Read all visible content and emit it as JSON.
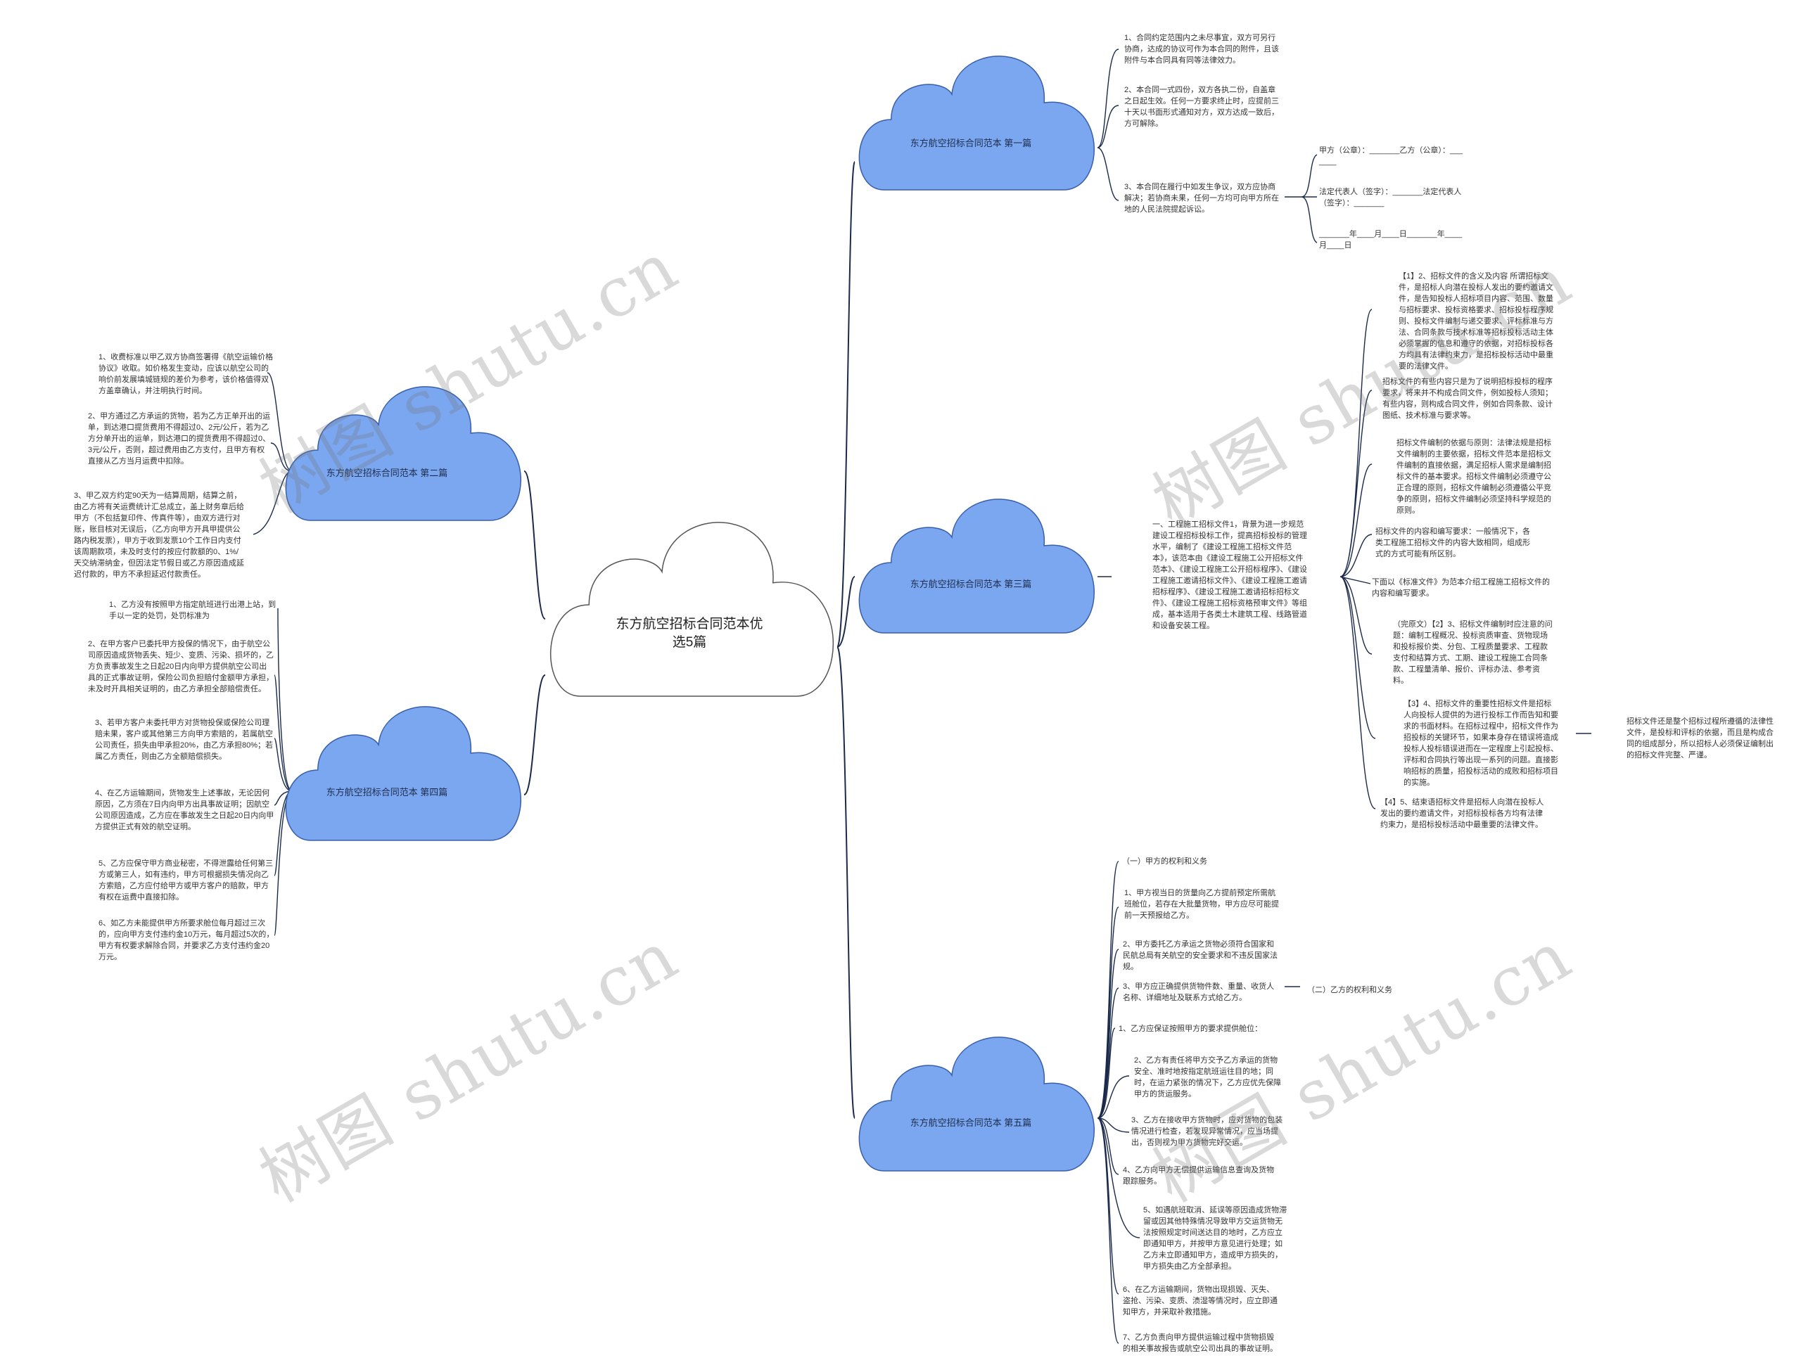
{
  "center": {
    "title": "东方航空招标合同范本优选5篇"
  },
  "branches": [
    {
      "id": "b1",
      "label": "东方航空招标合同范本 第一篇"
    },
    {
      "id": "b2",
      "label": "东方航空招标合同范本 第二篇"
    },
    {
      "id": "b3",
      "label": "东方航空招标合同范本 第三篇"
    },
    {
      "id": "b4",
      "label": "东方航空招标合同范本 第四篇"
    },
    {
      "id": "b5",
      "label": "东方航空招标合同范本 第五篇"
    }
  ],
  "b1_items": [
    "1、合同约定范围内之未尽事宜，双方可另行协商，达成的协议可作为本合同的附件，且该附件与本合同具有同等法律效力。",
    "2、本合同一式四份，双方各执二份，自盖章之日起生效。任何一方要求终止时，应提前三十天以书面形式通知对方，双方达成一致后，方可解除。",
    "3、本合同在履行中如发生争议，双方应协商解决；若协商未果，任何一方均可向甲方所在地的人民法院提起诉讼。"
  ],
  "b1_sign": [
    "甲方（公章）：_______乙方（公章）：_______",
    "法定代表人（签字）：_______法定代表人（签字）：_______",
    "_______年____月____日_______年____月____日"
  ],
  "b2_items": [
    "1、收费标准以甲乙双方协商签署得《航空运输价格协议》收取。如价格发生变动，应该以航空公司的响价前发展填城链规的差价为参考，该价格值得双方盖章确认，并注明执行时间。",
    "2、甲方通过乙方承运的货物，若为乙方正单开出的运单，到达港口提货费用不得超过0、2元/公斤，若为乙方分单开出的运单，到达港口的提货费用不得超过0、3元/公斤，否则，超过费用由乙方支付，且甲方有权直接从乙方当月运费中扣除。",
    "3、甲乙双方约定90天为一结算周期，结算之前，由乙方将有关运费统计汇总成立，盖上财务章后给甲方（不包括复印件、传真件等），由双方进行对账，账目核对无误后，（乙方向甲方开具甲提供公路内税发票），甲方于收到发票10个工作日内支付该周期款项，未及时支付的按应付款额的0、1%/天交纳滞纳金，但因法定节假日或乙方原因造成延迟付款的，甲方不承担延迟付款责任。"
  ],
  "b4_items": [
    "1、乙方没有按照甲方指定航班进行出港上站，到手以一定的处罚，处罚标准为",
    "2、在甲方客户已委托甲方投保的情况下，由于航空公司原因造成货物丢失、短少、变质、污染、损坏的，乙方负责事故发生之日起20日内向甲方提供航空公司出具的正式事故证明，保险公司负担赔付金额甲方承担，未及时开具相关证明的，由乙方承担全部赔偿责任。",
    "3、若甲方客户未委托甲方对货物投保或保险公司理赔未果，客户或其他第三方向甲方索赔的，若属航空公司责任，损失由甲承担20%，由乙方承担80%；若属乙方责任，则由乙方全额赔偿损失。",
    "4、在乙方运输期间，货物发生上述事故，无论因何原因，乙方须在7日内向甲方出具事故证明；因航空公司原因造成，乙方应在事故发生之日起20日内向甲方提供正式有效的航空证明。",
    "5、乙方应保守甲方商业秘密，不得泄露给任何第三方或第三人，如有违约，甲方可根据损失情况向乙方索赔，乙方应付给甲方或甲方客户的赔款，甲方有权在运费中直接扣除。",
    "6、如乙方未能提供甲方所要求舱位每月超过三次的，应向甲方支付违约金10万元，每月超过5次的，甲方有权要求解除合同，并要求乙方支付违约金20万元。"
  ],
  "b3_main": "一、工程施工招标文件1，背景为进一步规范建设工程招标投标工作，提高招标投标的管理水平，编制了《建设工程施工招标文件范本》，该范本由《建设工程施工公开招标文件范本》、《建设工程施工公开招标程序》、《建设工程施工邀请招标文件》、《建设工程施工邀请招标程序》、《建设工程施工邀请招标招标文件》、《建设工程施工招标资格预审文件》等组成，基本适用于各类土木建筑工程、线路管道和设备安装工程。",
  "b3_items": [
    "【1】2、招标文件的含义及内容 所谓招标文件，是招标人向潜在投标人发出的要约邀请文件，是告知投标人招标项目内容、范围、数量与招标要求、投标资格要求、招标投标程序规则、投标文件编制与递交要求、评标标准与方法、合同条款与技术标准等招标投标活动主体必须掌握的信息和遵守的依据，对招标投标各方均具有法律约束力，是招标投标活动中最重要的法律文件。",
    "招标文件的有些内容只是为了说明招标投标的程序要求，将来并不构成合同文件，例如投标人须知；有些内容，则构成合同文件，例如合同条款、设计图纸、技术标准与要求等。",
    "招标文件编制的依据与原则：法律法规是招标文件编制的主要依据，招标文件范本是招标文件编制的直接依据，满足招标人需求是编制招标文件的基本要求。招标文件编制必须遵守公正合理的原则，招标文件编制必须遵循公平竞争的原则，招标文件编制必须坚持科学规范的原则。",
    "招标文件的内容和编写要求：一般情况下，各类工程施工招标文件的内容大致相同，组成形式的方式可能有所区别。",
    "下面以《标准文件》为范本介绍工程施工招标文件的内容和编写要求。",
    "（完原文）【2】3、招标文件编制时应注意的问题：编制工程概况、投标资质审查、货物现场和投标报价类、分包、工程质量要求、工程款支付和结算方式、工期、建设工程施工合同条款、工程量清单、报价、评标办法、参考资料。",
    "【3】4、招标文件的重要性招标文件是招标人向投标人提供的为进行投标工作而告知和要求的书面材料。在招标过程中，招标文件作为招投标的关键环节，如果本身存在错误将造成投标人投标错误进而在一定程度上引起投标、评标和合同执行等出现一系列的问题。直接影响招标的质量，招投标活动的成败和招标项目的实施。",
    "【4】5、结束语招标文件是招标人向潜在投标人发出的要约邀请文件，对招标投标各方均有法律约束力，是招标投标活动中最重要的法律文件。"
  ],
  "b3_note": "招标文件还是整个招标过程所遵循的法律性文件，是投标和评标的依据，而且是构成合同的组成部分，所以招标人必须保证编制出的招标文件完整、严谨。",
  "b5_items": [
    "（一）甲方的权利和义务",
    "1、甲方视当日的货量向乙方提前预定所需航班舱位，若存在大批量货物，甲方应尽可能提前一天预报给乙方。",
    "2、甲方委托乙方承运之货物必须符合国家和民航总局有关航空的安全要求和不违反国家法规。",
    "3、甲方应正确提供货物件数、重量、收货人名称、详细地址及联系方式给乙方。",
    "1、乙方应保证按照甲方的要求提供舱位：",
    "2、乙方有责任将甲方交予乙方承运的货物安全、准时地按指定航班运往目的地；同时，在运力紧张的情况下，乙方应优先保障甲方的货运服务。",
    "3、乙方在接收甲方货物时，应对货物的包装情况进行检查，若发现异常情况，应当场提出，否则视为甲方货物完好交运。",
    "4、乙方向甲方无偿提供运输信息查询及货物跟踪服务。",
    "5、如遇航班取消、延误等原因造成货物滞留或因其他特殊情况导致甲方交运货物无法按照规定时间送达目的地时，乙方应立即通知甲方，并按甲方意见进行处理；如乙方未立即通知甲方，造成甲方损失的，甲方损失由乙方全部承担。",
    "6、在乙方运输期间，货物出现损毁、灭失、盗抢、污染、变质、渍湿等情况时，应立即通知甲方，并采取补救措施。",
    "7、乙方负责向甲方提供运输过程中货物损毁的相关事故报告或航空公司出具的事故证明。"
  ],
  "b5_side": "（二）乙方的权利和义务",
  "watermark": "树图 shutu.cn",
  "colors": {
    "cloud_fill": "#7aa7f0",
    "cloud_stroke": "#3a5fa8",
    "center_stroke": "#555555",
    "line": "#1b2a4a"
  }
}
